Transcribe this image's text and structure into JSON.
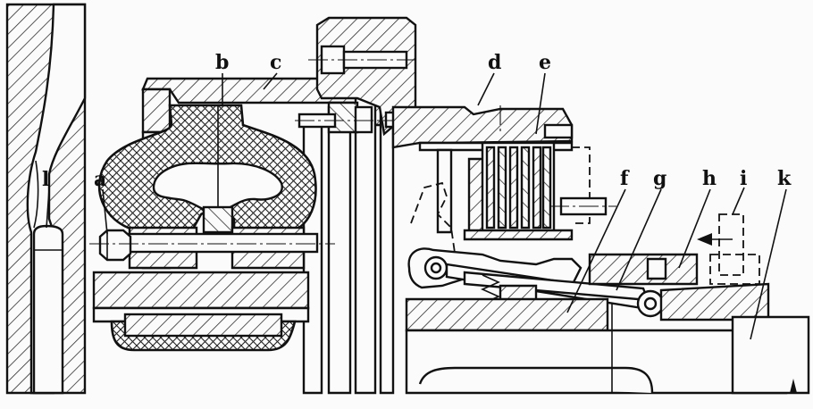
{
  "labels": {
    "a": "a",
    "b": "b",
    "c": "c",
    "d": "d",
    "e": "e",
    "f": "f",
    "g": "g",
    "h": "h",
    "i": "i",
    "k": "k",
    "l": "l"
  },
  "icons": {
    "direction_arrow": "arrow-left-icon"
  }
}
